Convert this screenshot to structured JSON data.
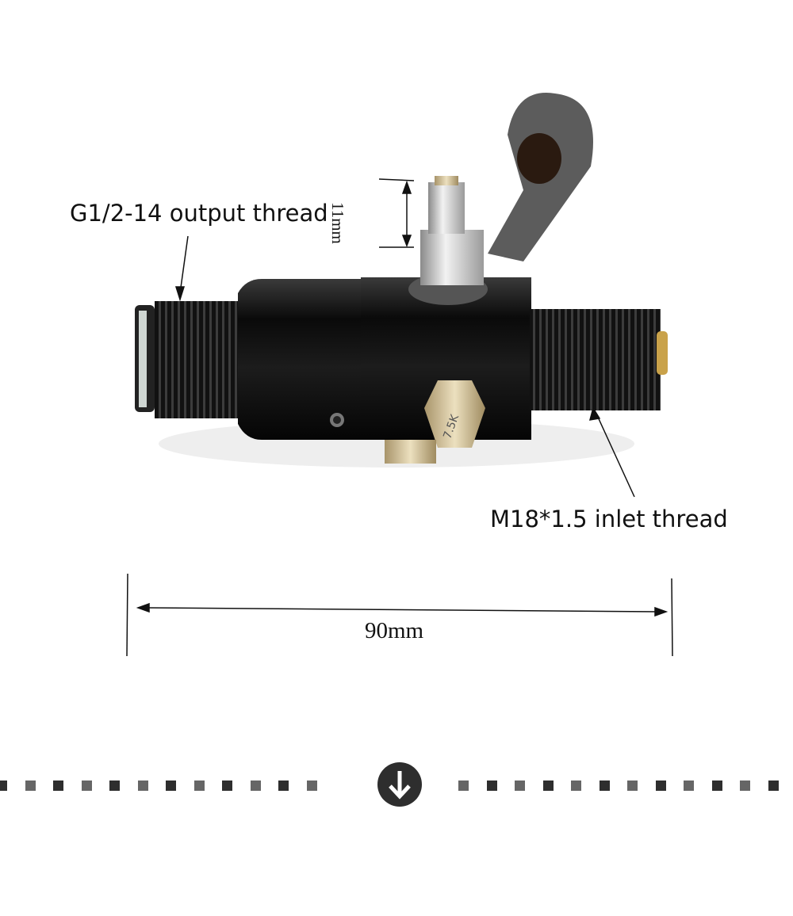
{
  "annotations": {
    "output_thread": "G1/2-14 output thread",
    "inlet_thread": "M18*1.5 inlet thread",
    "fitting_height": "11mm",
    "overall_length": "90mm",
    "gauge_port_marking": "7.5K"
  },
  "divider": {
    "icon": "arrow-down-circle-icon",
    "dark_color": "#2e2e2e",
    "light_color": "#666666"
  }
}
